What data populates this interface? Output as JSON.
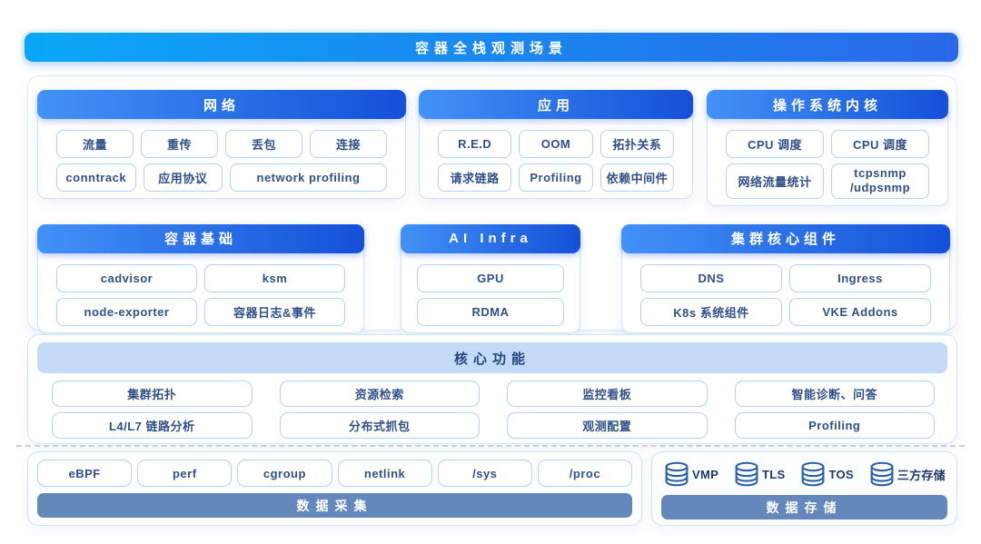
{
  "banner": {
    "title": "容器全栈观测场景"
  },
  "panels": {
    "network": {
      "title": "网络",
      "row1": [
        "流量",
        "重传",
        "丢包",
        "连接"
      ],
      "row2": [
        "conntrack",
        "应用协议",
        "network profiling"
      ]
    },
    "app": {
      "title": "应用",
      "row1": [
        "R.E.D",
        "OOM",
        "拓扑关系"
      ],
      "row2": [
        "请求链路",
        "Profiling",
        "依赖中间件"
      ]
    },
    "os_kernel": {
      "title": "操作系统内核",
      "row1": [
        "CPU 调度",
        "CPU 调度"
      ],
      "row2": [
        "网络流量统计",
        "tcpsnmp\n/udpsnmp"
      ]
    },
    "container_base": {
      "title": "容器基础",
      "row1": [
        "cadvisor",
        "ksm"
      ],
      "row2": [
        "node-exporter",
        "容器日志&事件"
      ]
    },
    "ai_infra": {
      "title": "AI Infra",
      "row1": [
        "GPU"
      ],
      "row2": [
        "RDMA"
      ]
    },
    "cluster_core": {
      "title": "集群核心组件",
      "row1": [
        "DNS",
        "Ingress"
      ],
      "row2": [
        "K8s 系统组件",
        "VKE Addons"
      ]
    }
  },
  "core_functions": {
    "title": "核心功能",
    "row1": [
      "集群拓扑",
      "资源检索",
      "监控看板",
      "智能诊断、问答"
    ],
    "row2": [
      "L4/L7 链路分析",
      "分布式抓包",
      "观测配置",
      "Profiling"
    ]
  },
  "data_collection": {
    "title": "数据采集",
    "chips": [
      "eBPF",
      "perf",
      "cgroup",
      "netlink",
      "/sys",
      "/proc"
    ]
  },
  "data_storage": {
    "title": "数据存储",
    "items": [
      "VMP",
      "TLS",
      "TOS",
      "三方存储"
    ]
  },
  "colors": {
    "banner_gradient_start": "#0aa7f6",
    "banner_gradient_end": "#2968ea",
    "panel_header_gradient_start": "#4292f7",
    "panel_header_gradient_end": "#1450d8",
    "core_header_bg": "#c4dbf8",
    "footer_bar_bg": "#6488bb",
    "chip_border": "#b4d2f5",
    "chip_text": "#315089",
    "panel_border": "#cfe3fb",
    "database_icon_stroke": "#2d5fa8"
  }
}
